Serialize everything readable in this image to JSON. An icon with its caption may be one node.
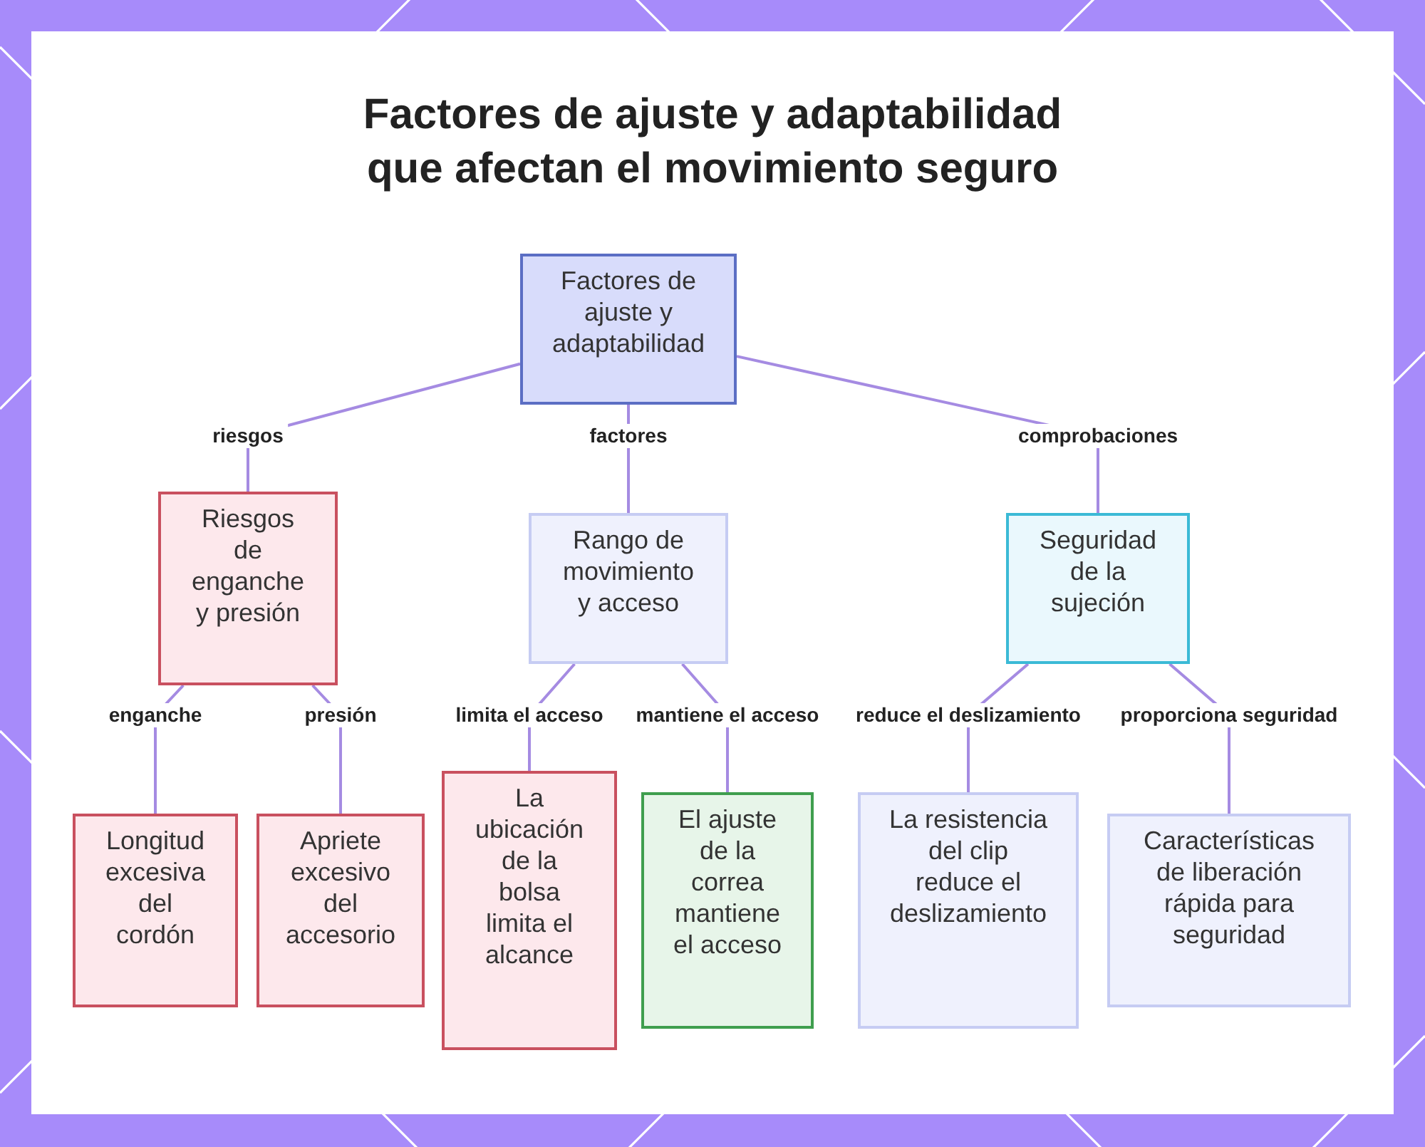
{
  "diagram": {
    "title": "Factores de ajuste y adaptabilidad que afectan el movimiento seguro",
    "nodes": [
      {
        "text": [
          "Factores de ajuste y adaptabilidad"
        ]
      },
      {
        "text": [
          "Riesgos de enganche y presión"
        ]
      },
      {
        "text": [
          "Rango de movimiento y acceso"
        ]
      },
      {
        "text": [
          "Seguridad de la sujeción"
        ]
      },
      {
        "text": [
          "Longitud excesiva del cordón"
        ]
      },
      {
        "text": [
          "Apriete excesivo del accesorio"
        ]
      },
      {
        "text": [
          "La ubicación de la bolsa limita el alcance"
        ]
      },
      {
        "text": [
          "El ajuste de la correa mantiene el acceso"
        ]
      },
      {
        "text": [
          "La resistencia del clip reduce el deslizamiento"
        ]
      },
      {
        "text": [
          "Características de liberación rápida para seguridad"
        ]
      }
    ],
    "edges": [
      {
        "from": 0,
        "to": 1,
        "arrow": "none",
        "label": "riesgos"
      },
      {
        "from": 0,
        "to": 2,
        "arrow": "none",
        "label": "factores"
      },
      {
        "from": 0,
        "to": 3,
        "arrow": "none",
        "label": "comprobaciones"
      },
      {
        "from": 1,
        "to": 4,
        "arrow": "none",
        "label": "enganche"
      },
      {
        "from": 1,
        "to": 5,
        "arrow": "none",
        "label": "presión"
      },
      {
        "from": 2,
        "to": 6,
        "arrow": "none",
        "label": "limita el acceso"
      },
      {
        "from": 2,
        "to": 7,
        "arrow": "none",
        "label": "mantiene el acceso"
      },
      {
        "from": 3,
        "to": 8,
        "arrow": "none",
        "label": "reduce el deslizamiento"
      },
      {
        "from": 3,
        "to": 9,
        "arrow": "none",
        "label": "proporciona seguridad"
      }
    ]
  }
}
